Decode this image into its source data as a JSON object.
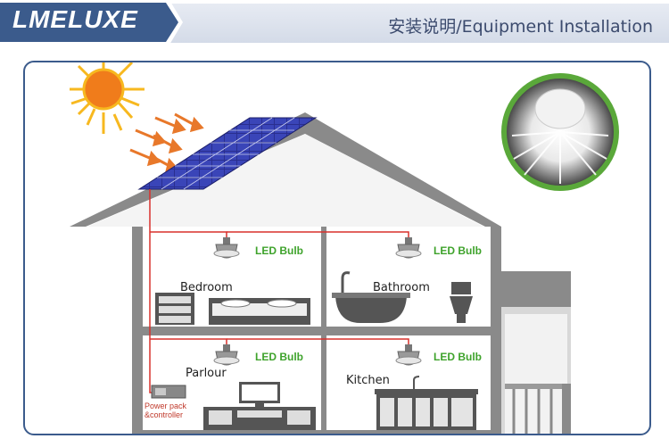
{
  "header": {
    "brand": "LMELUXE",
    "subtitle": "安装说明/Equipment Installation"
  },
  "diagram": {
    "bulb_label": "LED Bulb",
    "rooms": {
      "bedroom": "Bedroom",
      "bathroom": "Bathroom",
      "parlour": "Parlour",
      "kitchen": "Kitchen"
    },
    "controller_line1": "Power pack",
    "controller_line2": "&controller"
  },
  "colors": {
    "header_blue": "#3b5b8c",
    "roof_gray": "#8a8a8a",
    "bulb_green": "#3fa32c",
    "wire_red": "#d9302c",
    "sun_orange": "#f07c1b"
  }
}
